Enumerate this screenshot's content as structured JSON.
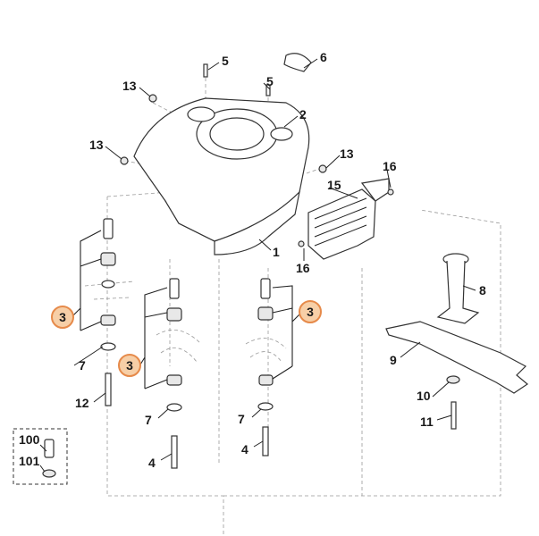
{
  "diagram": {
    "highlight_color": "#f7cfa7",
    "highlight_stroke": "#e68a4a",
    "callouts": {
      "c5a": "5",
      "c6": "6",
      "c13a": "13",
      "c5b": "5",
      "c2": "2",
      "c13b": "13",
      "c13c": "13",
      "c16a": "16",
      "c15": "15",
      "c1": "1",
      "c16b": "16",
      "c8": "8",
      "c3a": "3",
      "c3b": "3",
      "c3c": "3",
      "c7a": "7",
      "c12": "12",
      "c9": "9",
      "c10": "10",
      "c11": "11",
      "c7b": "7",
      "c7c": "7",
      "c4a": "4",
      "c4b": "4",
      "c100": "100",
      "c101": "101"
    }
  }
}
